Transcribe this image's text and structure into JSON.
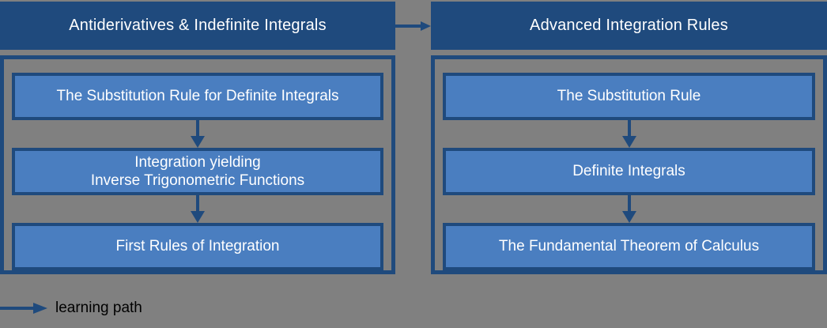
{
  "diagram": {
    "type": "flowchart",
    "background_color": "#808080",
    "theme": {
      "header_fill": "#1f4a7d",
      "node_fill": "#4a7ec0",
      "border_color": "#1f4a7d",
      "arrow_color": "#1f4a7d",
      "header_text_color": "#ffffff",
      "node_text_color": "#ffffff",
      "legend_text_color": "#000000"
    },
    "columns": [
      {
        "id": "column-left",
        "header": "Antiderivatives & Indefinite Integrals",
        "nodes": [
          {
            "label": "The Substitution Rule for Definite Integrals"
          },
          {
            "label_line1": "Integration yielding",
            "label_line2": "Inverse Trigonometric Functions"
          },
          {
            "label": "First Rules of Integration"
          }
        ]
      },
      {
        "id": "column-right",
        "header": "Advanced Integration Rules",
        "nodes": [
          {
            "label": "The Substitution Rule"
          },
          {
            "label": "Definite Integrals"
          },
          {
            "label": "The Fundamental Theorem of Calculus"
          }
        ]
      }
    ],
    "legend": {
      "icon": "right-arrow-icon",
      "label": "learning path"
    }
  }
}
